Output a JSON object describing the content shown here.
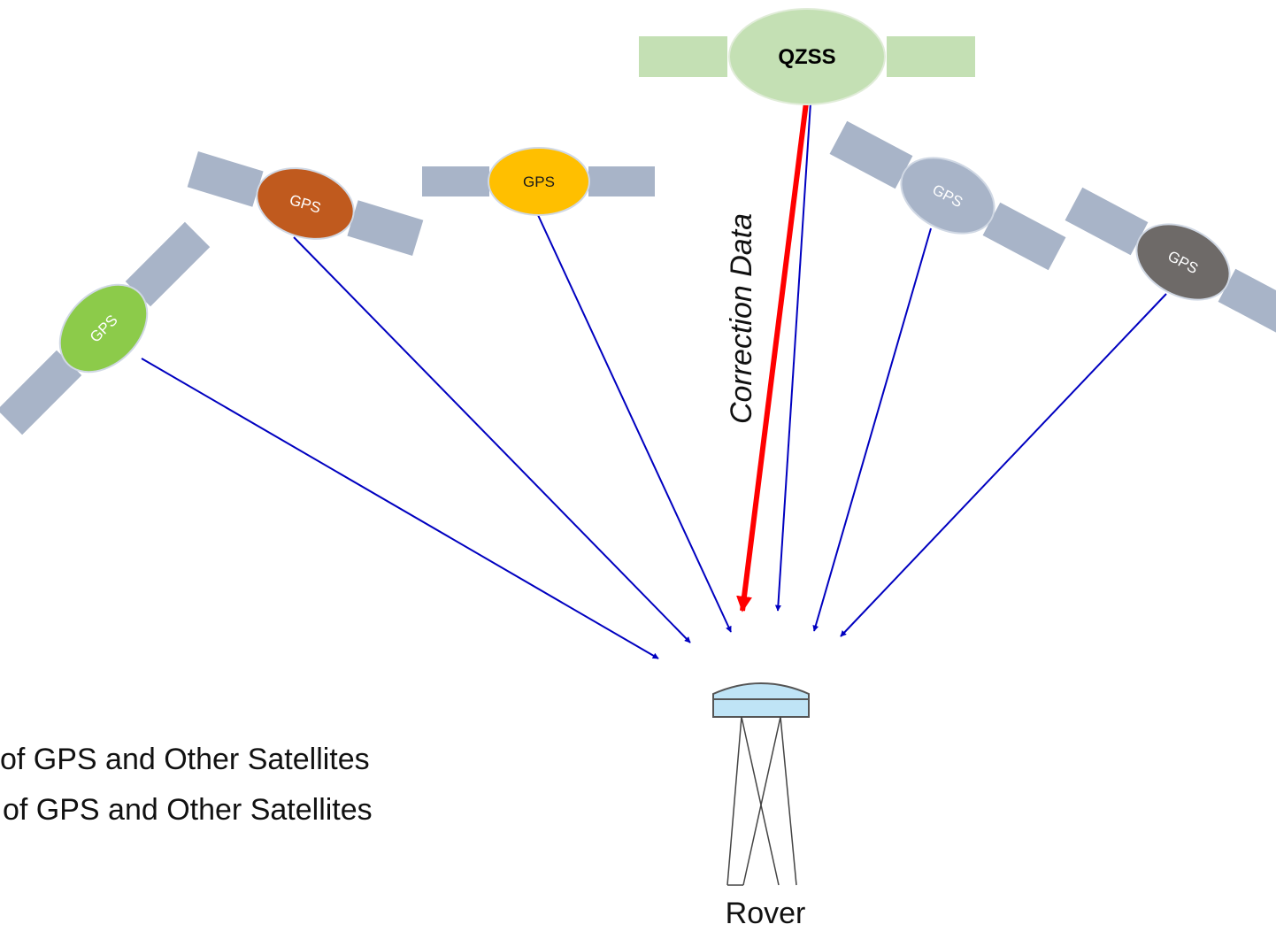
{
  "colors": {
    "signal": "#0000c0",
    "correction": "#ff0000",
    "panel_gray": "#a8b4c8",
    "panel_green": "#c4e0b4"
  },
  "satellites": [
    {
      "id": "green",
      "label": "GPS",
      "body_color": "#8ccb4a",
      "panel_color": "#a8b4c8"
    },
    {
      "id": "brown",
      "label": "GPS",
      "body_color": "#c05a1e",
      "panel_color": "#a8b4c8"
    },
    {
      "id": "yellow",
      "label": "GPS",
      "body_color": "#ffbf00",
      "panel_color": "#a8b4c8"
    },
    {
      "id": "lightgray",
      "label": "GPS",
      "body_color": "#a8b4c8",
      "panel_color": "#a8b4c8"
    },
    {
      "id": "darkgray",
      "label": "GPS",
      "body_color": "#6e6a68",
      "panel_color": "#a8b4c8"
    }
  ],
  "qzss": {
    "label": "QZSS",
    "body_color": "#c4e0b4",
    "panel_color": "#c4e0b4"
  },
  "correction_label": "Correction Data",
  "rover": {
    "label": "Rover",
    "head_color": "#bfe4f6"
  },
  "legend": [
    "of GPS and Other Satellites",
    "of GPS and Other Satellites"
  ]
}
